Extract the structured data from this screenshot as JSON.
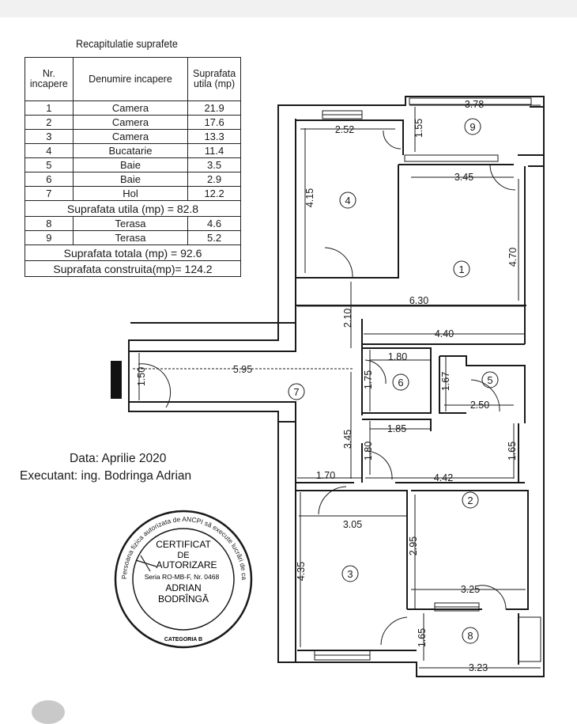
{
  "table": {
    "title": "Recapitulatie suprafete",
    "headers": [
      "Nr. incapere",
      "Denumire incapere",
      "Suprafata utila (mp)"
    ],
    "rows": [
      {
        "nr": "1",
        "name": "Camera",
        "area": "21.9"
      },
      {
        "nr": "2",
        "name": "Camera",
        "area": "17.6"
      },
      {
        "nr": "3",
        "name": "Camera",
        "area": "13.3"
      },
      {
        "nr": "4",
        "name": "Bucatarie",
        "area": "11.4"
      },
      {
        "nr": "5",
        "name": "Baie",
        "area": "3.5"
      },
      {
        "nr": "6",
        "name": "Baie",
        "area": "2.9"
      },
      {
        "nr": "7",
        "name": "Hol",
        "area": "12.2"
      }
    ],
    "useful_total": "Suprafata utila (mp) = 82.8",
    "terrace_rows": [
      {
        "nr": "8",
        "name": "Terasa",
        "area": "4.6"
      },
      {
        "nr": "9",
        "name": "Terasa",
        "area": "5.2"
      }
    ],
    "total": "Suprafata totala (mp) = 92.6",
    "built": "Suprafata construita(mp)= 124.2"
  },
  "info": {
    "date": "Data: Aprilie 2020",
    "executant": "Executant: ing. Bodringa  Adrian"
  },
  "stamp": {
    "line1": "CERTIFICAT",
    "line2": "DE",
    "line3": "AUTORIZARE",
    "series": "Seria RO-MB-F, Nr. 0468",
    "name1": "ADRIAN",
    "name2": "BODRÎNGĂ",
    "ring_text": "Persoana fizica autorizata de ANCPI să execute lucrări de cadastru, geodezie şi cartografie",
    "category": "CATEGORIA B"
  },
  "plan": {
    "rooms": [
      "1",
      "2",
      "3",
      "4",
      "5",
      "6",
      "7",
      "8",
      "9"
    ],
    "dimensions": {
      "d_378": "3.78",
      "d_155": "1.55",
      "d_252": "2.52",
      "d_345a": "3.45",
      "d_415": "4.15",
      "d_470": "4.70",
      "d_630": "6.30",
      "d_210": "2.10",
      "d_440": "4.40",
      "d_180a": "1.80",
      "d_167": "1.67",
      "d_150": "1.50",
      "d_595": "5.95",
      "d_175": "1.75",
      "d_250": "2.50",
      "d_345b": "3.45",
      "d_185": "1.85",
      "d_165a": "1.65",
      "d_180b": "1.80",
      "d_170": "1.70",
      "d_442": "4.42",
      "d_305": "3.05",
      "d_295": "2.95",
      "d_435": "4.35",
      "d_325": "3.25",
      "d_165b": "1.65",
      "d_323": "3.23"
    }
  }
}
